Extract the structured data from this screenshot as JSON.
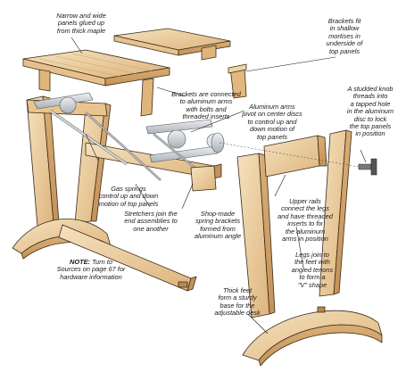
{
  "callouts": {
    "narrow_wide_panels": "Narrow and wide\npanels glued up\nfrom thick maple",
    "brackets_fit": "Brackets fit\nin shallow\nmortises in\nunderside of\ntop panels",
    "studded_knob": "A studded knob\nthreads into\na tapped hole\nin the aluminum\ndisc to lock\nthe top panels\nin position",
    "brackets_connected": "Brackets are connected\nto aluminum arms\nwith bolts and\nthreaded inserts",
    "aluminum_arms_pivot": "Aluminum arms\npivot on center discs\nto control up and\ndown motion of\ntop panels",
    "gas_springs": "Gas springs\ncontrol up and down\nmotion of top panels",
    "upper_rails": "Upper rails\nconnect the legs\nand have threaded\ninserts to fix\nthe aluminum\narms in position",
    "stretchers": "Stretchers join the\nend assemblies to\none another",
    "spring_brackets": "Shop-made\nspring brackets\nformed from\naluminum angle",
    "note_key": "NOTE:",
    "note_text": " Turn to\nSources on page 67 for\nhardware information",
    "legs_join": "Legs join to\nthe feet with\nangled tenons\nto form a\n\"V\" shape",
    "thick_feet": "Thick feet\nform a sturdy\nbase for the\nadjustable desk"
  },
  "colors": {
    "wood_light": "#f3dcb4",
    "wood_mid": "#e6c08c",
    "wood_dark": "#c99a62",
    "metal": "#cfd3d8",
    "metal_dark": "#8e959c",
    "outline": "#3a2a1a"
  }
}
